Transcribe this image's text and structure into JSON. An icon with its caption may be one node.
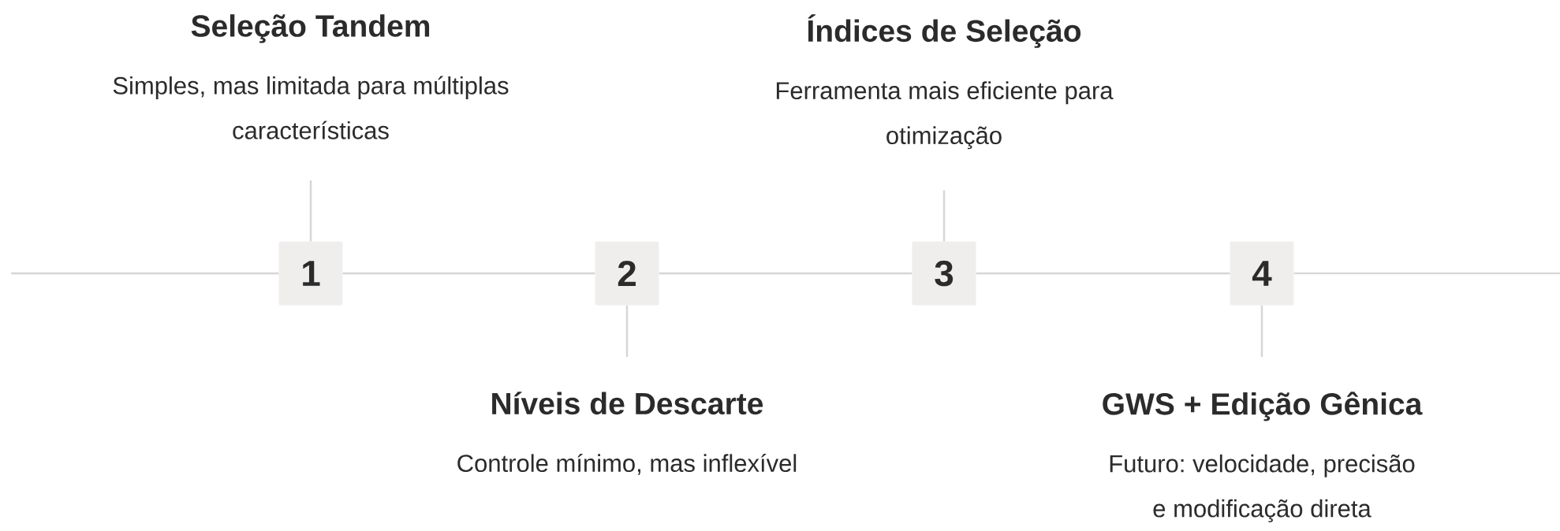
{
  "diagram": {
    "nodes": [
      {
        "text": [
          "1"
        ]
      },
      {
        "text": [
          "2"
        ]
      },
      {
        "text": [
          "3"
        ]
      },
      {
        "text": [
          "4"
        ]
      },
      {
        "text": [
          "Seleção Tandem",
          "Simples, mas limitada para múltiplas características"
        ]
      },
      {
        "text": [
          "Níveis de Descarte",
          "Controle mínimo, mas inflexível"
        ]
      },
      {
        "text": [
          "Índices de Seleção",
          "Ferramenta mais eficiente para otimização"
        ]
      },
      {
        "text": [
          "GWS + Edição Gênica",
          "Futuro: velocidade, precisão e modificação direta"
        ]
      }
    ],
    "edges": [
      {
        "from": null,
        "to": 0,
        "arrow": "none"
      },
      {
        "from": 0,
        "to": 1,
        "arrow": "none"
      },
      {
        "from": 1,
        "to": 2,
        "arrow": "none"
      },
      {
        "from": 2,
        "to": 3,
        "arrow": "none"
      },
      {
        "from": 3,
        "to": null,
        "arrow": "none"
      },
      {
        "from": 0,
        "to": 4,
        "arrow": "none"
      },
      {
        "from": 1,
        "to": 5,
        "arrow": "none"
      },
      {
        "from": 2,
        "to": 6,
        "arrow": "none"
      },
      {
        "from": 3,
        "to": 7,
        "arrow": "none"
      }
    ]
  }
}
